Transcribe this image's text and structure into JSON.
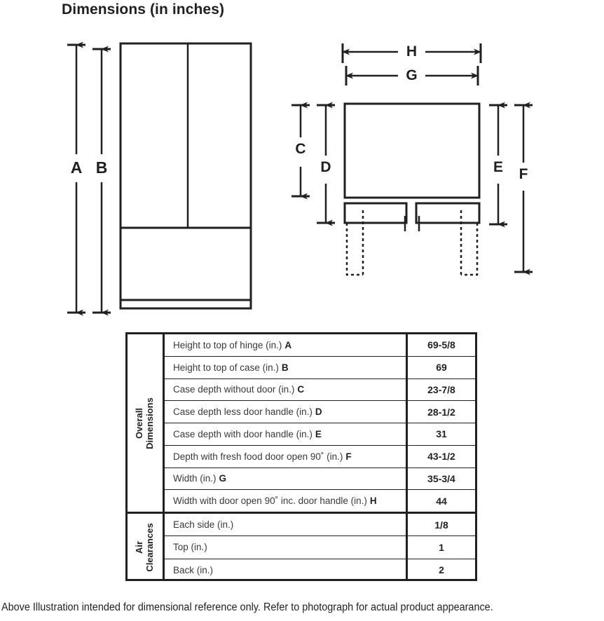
{
  "title": "Dimensions (in inches)",
  "footer": "Above Illustration intended for dimensional reference only. Refer to photograph for actual product appearance.",
  "diagram": {
    "front_view_labels": [
      {
        "id": "A",
        "text": "A"
      },
      {
        "id": "B",
        "text": "B"
      }
    ],
    "side_view_labels": [
      {
        "id": "C",
        "text": "C"
      },
      {
        "id": "D",
        "text": "D"
      },
      {
        "id": "E",
        "text": "E"
      },
      {
        "id": "F",
        "text": "F"
      }
    ],
    "top_view_labels": [
      {
        "id": "G",
        "text": "G"
      },
      {
        "id": "H",
        "text": "H"
      }
    ]
  },
  "table": {
    "sections": [
      {
        "name": "overall",
        "header": "Overall Dimensions",
        "header_line1": "Overall",
        "header_line2": "Dimensions",
        "rows": [
          {
            "desc": "Height to top of hinge (in.)",
            "letter": "A",
            "value": "69-5/8"
          },
          {
            "desc": "Height to top of case (in.)",
            "letter": "B",
            "value": "69"
          },
          {
            "desc": "Case depth without door (in.)",
            "letter": "C",
            "value": "23-7/8"
          },
          {
            "desc": "Case depth less door handle (in.)",
            "letter": "D",
            "value": "28-1/2"
          },
          {
            "desc": "Case depth with door handle (in.)",
            "letter": "E",
            "value": "31"
          },
          {
            "desc": "Depth with fresh food door open 90˚ (in.)",
            "letter": "F",
            "value": "43-1/2"
          },
          {
            "desc": "Width (in.)",
            "letter": "G",
            "value": "35-3/4"
          },
          {
            "desc": "Width with door open 90˚ inc. door handle (in.)",
            "letter": "H",
            "value": "44"
          }
        ]
      },
      {
        "name": "air",
        "header": "Air Clearances",
        "header_line1": "Air",
        "header_line2": "Clearances",
        "rows": [
          {
            "desc": "Each side (in.)",
            "letter": "",
            "value": "1/8"
          },
          {
            "desc": "Top (in.)",
            "letter": "",
            "value": "1"
          },
          {
            "desc": "Back (in.)",
            "letter": "",
            "value": "2"
          }
        ]
      }
    ]
  },
  "colors": {
    "line": "#231f20",
    "text": "#231f20",
    "desc_text": "#3a3a3a",
    "background": "#ffffff"
  }
}
